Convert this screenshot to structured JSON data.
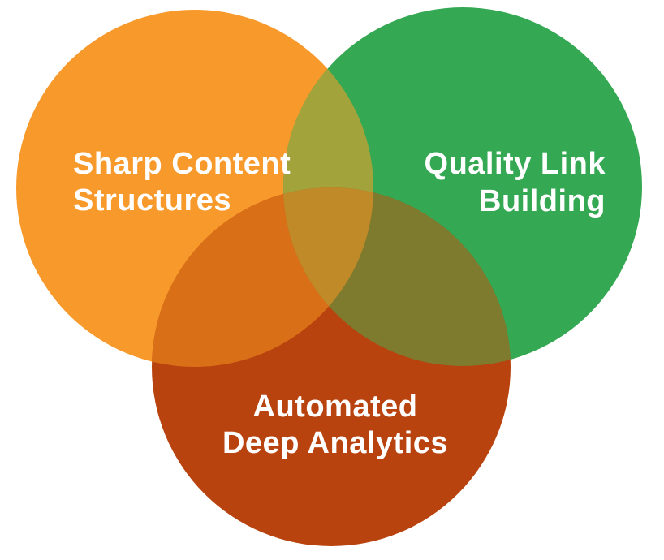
{
  "diagram": {
    "kind": "venn-3-set",
    "text_color": "#FFFFFF",
    "background_color": "#FFFFFF",
    "sets": [
      {
        "name": "sharp-content-structures",
        "label_line1": "Sharp Content",
        "label_line2": "Structures",
        "color": "#F8992B"
      },
      {
        "name": "quality-link-building",
        "label_line1": "Quality Link",
        "label_line2": "Building",
        "color": "#35A853"
      },
      {
        "name": "automated-deep-analytics",
        "label_line1": "Automated",
        "label_line2": "Deep Analytics",
        "color": "#B8430F"
      }
    ],
    "overlaps": {
      "content_links": "#A2A33B",
      "content_analytics": "#D96F17",
      "links_analytics": "#7E7A2E",
      "all_three": "#C08A28"
    }
  }
}
